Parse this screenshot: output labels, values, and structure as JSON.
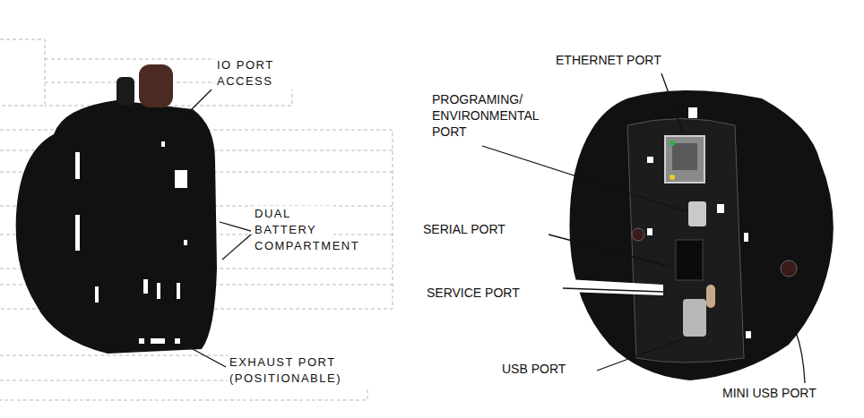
{
  "diagram": {
    "labels": [
      "IO PORT ACCESS",
      "DUAL BATTERY COMPARTMENT",
      "EXHAUST PORT (POSITIONABLE)",
      "ETHERNET PORT",
      "PROGRAMING/ ENVIRONMENTAL PORT",
      "SERIAL PORT",
      "SERVICE PORT",
      "USB PORT",
      "MINI USB PORT"
    ]
  }
}
